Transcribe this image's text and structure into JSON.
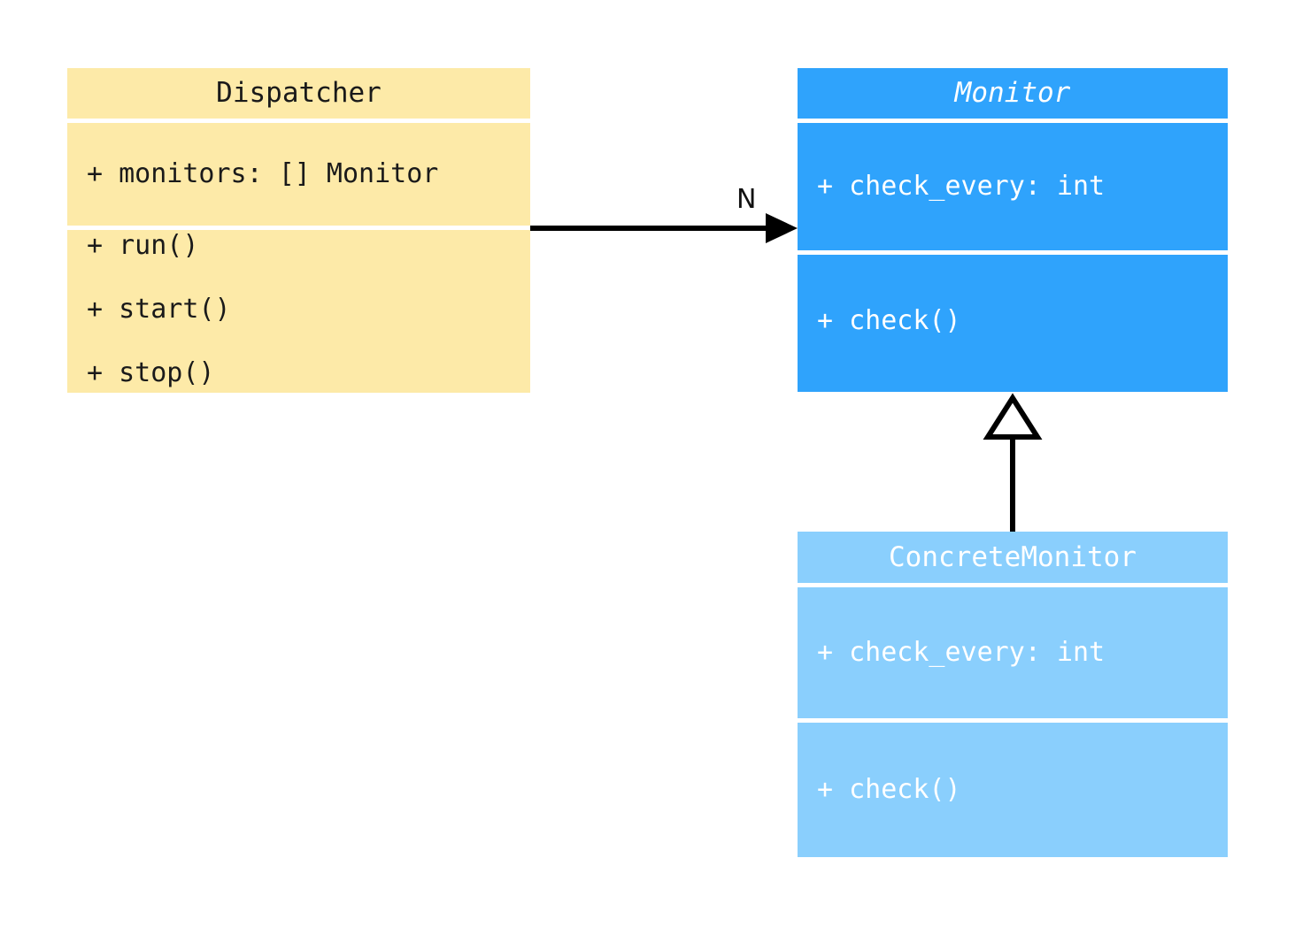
{
  "diagram": {
    "type": "uml-class-diagram",
    "background": "#ffffff",
    "classes": [
      {
        "id": "dispatcher",
        "name": "Dispatcher",
        "abstract": false,
        "fill": "#fdeaa8",
        "text_color": "#1a1a1a",
        "attributes": [
          "+ monitors: [] Monitor"
        ],
        "methods": [
          "+ run()",
          "+ start()",
          "+ stop()"
        ]
      },
      {
        "id": "monitor",
        "name": "Monitor",
        "abstract": true,
        "fill": "#2fa3fc",
        "text_color": "#ffffff",
        "attributes": [
          "+ check_every: int"
        ],
        "methods": [
          "+ check()"
        ]
      },
      {
        "id": "concrete-monitor",
        "name": "ConcreteMonitor",
        "abstract": false,
        "fill": "#8acffd",
        "text_color": "#ffffff",
        "attributes": [
          "+ check_every: int"
        ],
        "methods": [
          "+ check()"
        ]
      }
    ],
    "relationships": [
      {
        "id": "dispatcher-monitor",
        "kind": "association",
        "from": "Dispatcher",
        "to": "Monitor",
        "label": "N",
        "arrow": "solid-filled-arrowhead",
        "color": "#000000"
      },
      {
        "id": "concrete-monitor-monitor",
        "kind": "generalization",
        "from": "ConcreteMonitor",
        "to": "Monitor",
        "label": "",
        "arrow": "hollow-triangle",
        "color": "#000000"
      }
    ]
  }
}
